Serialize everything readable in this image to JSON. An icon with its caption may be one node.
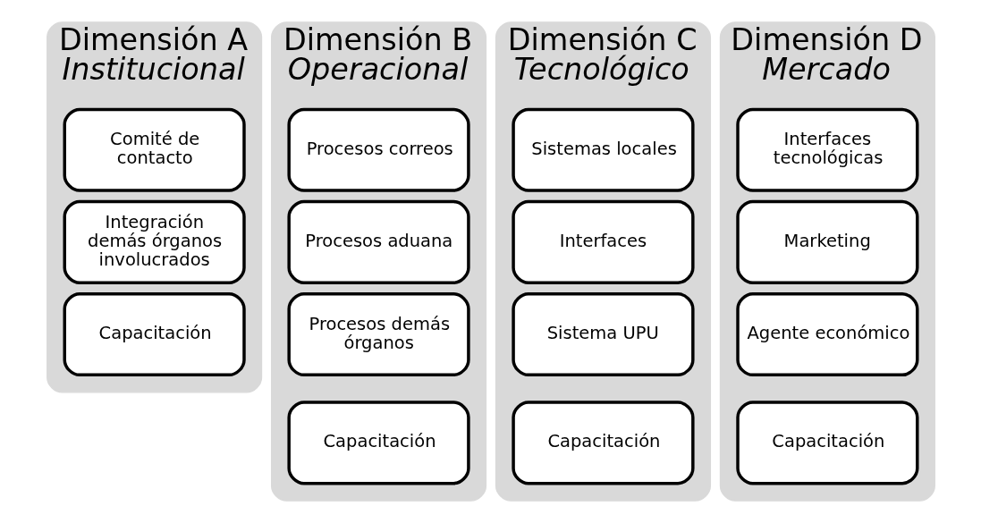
{
  "diagram": {
    "nodes": [
      {
        "text": [
          "Dimensión A",
          "Institucional"
        ]
      },
      {
        "text": [
          "Comité de contacto"
        ],
        "in": 0
      },
      {
        "text": [
          "Integración demás órganos involucrados"
        ],
        "in": 0
      },
      {
        "text": [
          "Capacitación"
        ],
        "in": 0
      },
      {
        "text": [
          "Dimensión B",
          "Operacional"
        ]
      },
      {
        "text": [
          "Procesos correos"
        ],
        "in": 4
      },
      {
        "text": [
          "Procesos aduana"
        ],
        "in": 4
      },
      {
        "text": [
          "Procesos demás órganos"
        ],
        "in": 4
      },
      {
        "text": [
          "Capacitación"
        ],
        "in": 4
      },
      {
        "text": [
          "Dimensión C",
          "Tecnológico"
        ]
      },
      {
        "text": [
          "Sistemas locales"
        ],
        "in": 9
      },
      {
        "text": [
          "Interfaces"
        ],
        "in": 9
      },
      {
        "text": [
          "Sistema UPU"
        ],
        "in": 9
      },
      {
        "text": [
          "Capacitación"
        ],
        "in": 9
      },
      {
        "text": [
          "Dimensión D",
          "Mercado"
        ]
      },
      {
        "text": [
          "Interfaces tecnológicas"
        ],
        "in": 14
      },
      {
        "text": [
          "Marketing"
        ],
        "in": 14
      },
      {
        "text": [
          "Agente económico"
        ],
        "in": 14
      },
      {
        "text": [
          "Capacitación"
        ],
        "in": 14
      }
    ]
  }
}
